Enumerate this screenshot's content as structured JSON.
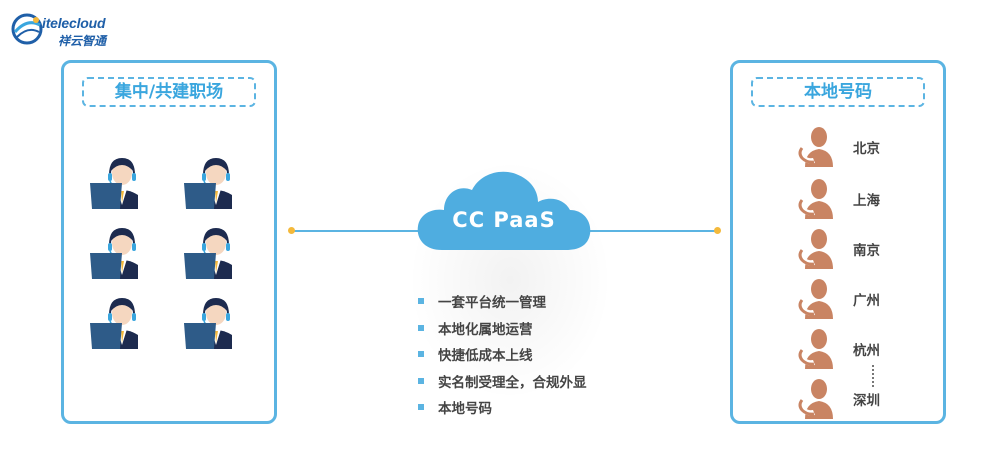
{
  "brand": {
    "name_en": "itelecloud",
    "name_cn": "祥云智通",
    "accent": "#5bb4e2",
    "brand_blue": "#1f5fa8"
  },
  "left_panel": {
    "title": "集中/共建职场",
    "agent_count": 6,
    "icon": "call-center-agent-icon"
  },
  "cloud": {
    "label": "CC PaaS",
    "color": "#4fade0"
  },
  "features": [
    "一套平台统一管理",
    "本地化属地运营",
    "快捷低成本上线",
    "实名制受理全，合规外显",
    "本地号码"
  ],
  "right_panel": {
    "title": "本地号码",
    "icon": "phone-caller-icon",
    "cities": [
      "北京",
      "上海",
      "南京",
      "广州",
      "杭州",
      "深圳"
    ]
  }
}
